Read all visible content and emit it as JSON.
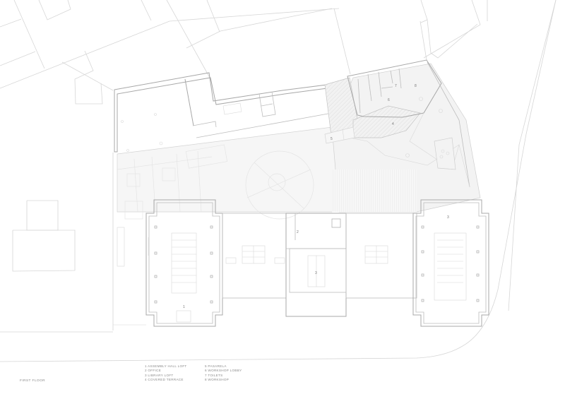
{
  "drawing": {
    "title": "FIRST FLOOR",
    "type": "architectural floor plan",
    "colors": {
      "background": "#ffffff",
      "walls": "#a8a8a8",
      "context_lines": "#d6d6d6",
      "shaded_areas": "#f3f3f3",
      "text": "#8a8a8a"
    }
  },
  "room_labels": [
    {
      "number": "1",
      "name": "ASSEMBLY HALL LOFT"
    },
    {
      "number": "2",
      "name": "OFFICE"
    },
    {
      "number": "3",
      "name": "LIBRARY LOFT"
    },
    {
      "number": "4",
      "name": "COVERED TERRACE"
    },
    {
      "number": "5",
      "name": "PASARELA"
    },
    {
      "number": "6",
      "name": "WORKSHOP LOBBY"
    },
    {
      "number": "7",
      "name": "TOILETS"
    },
    {
      "number": "8",
      "name": "WORKSHOP"
    }
  ],
  "legend": {
    "column_1": [
      "1  ASSEMBLY HALL LOFT",
      "2  OFFICE",
      "3  LIBRARY LOFT",
      "4  COVERED TERRACE"
    ],
    "column_2": [
      "5  PASARELA",
      "6  WORKSHOP LOBBY",
      "7  TOILETS",
      "8  WORKSHOP"
    ]
  },
  "plan_markers": {
    "m1": "1",
    "m2": "2",
    "m3": "3",
    "m3b": "3",
    "m4": "4",
    "m5": "5",
    "m6": "6",
    "m7": "7",
    "m8": "8"
  }
}
